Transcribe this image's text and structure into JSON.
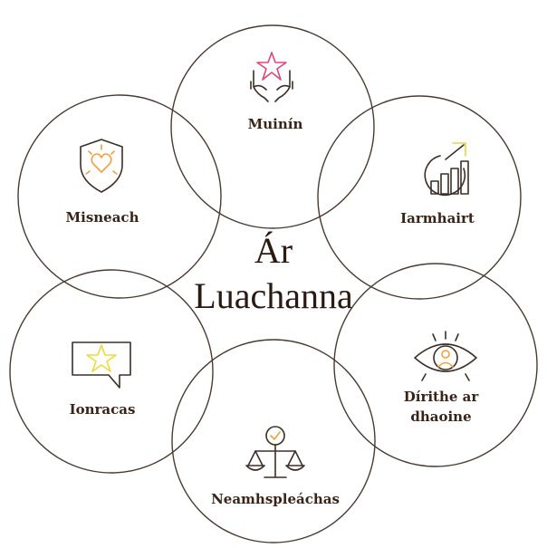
{
  "title": {
    "line1": "Ár",
    "line2": "Luachanna"
  },
  "values": [
    {
      "label": "Muinín",
      "icon": "hands-star-icon"
    },
    {
      "label": "Iarmhairt",
      "icon": "growth-chart-icon"
    },
    {
      "label": "Dírithe ar",
      "label2": "dhaoine",
      "icon": "eye-person-icon"
    },
    {
      "label": "Neamhspleáchas",
      "icon": "balance-scale-icon"
    },
    {
      "label": "Ionracas",
      "icon": "speech-bubble-star-icon"
    },
    {
      "label": "Misneach",
      "icon": "shield-heart-icon"
    }
  ],
  "colors": {
    "outline": "#4a3a32",
    "text": "#3a2418",
    "pink": "#e0457b",
    "orange": "#f2a23a",
    "yellow": "#f1d83a",
    "icon": "#3d2e28"
  }
}
